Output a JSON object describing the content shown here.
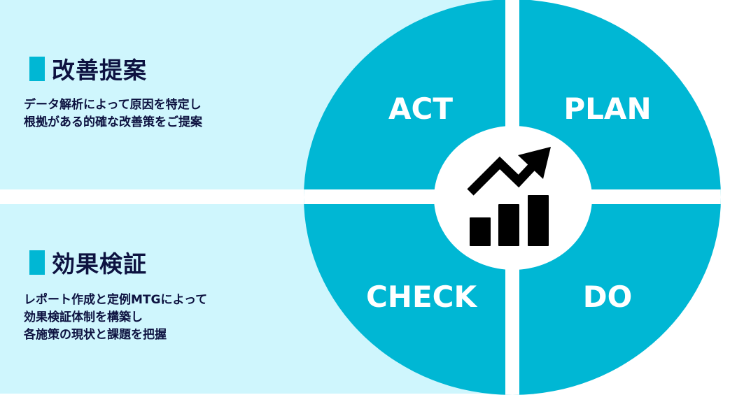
{
  "colors": {
    "panel_bg": "#cff6fd",
    "accent": "#00b7d4",
    "text": "#0d1240",
    "icon": "#000000"
  },
  "sections": [
    {
      "title": "改善提案",
      "description": "データ解析によって原因を特定し\n根拠がある的確な改善策をご提案"
    },
    {
      "title": "効果検証",
      "description": "レポート作成と定例MTGによって\n効果検証体制を構築し\n各施策の現状と課題を把握"
    }
  ],
  "cycle": {
    "quadrants": {
      "top_left": "ACT",
      "top_right": "PLAN",
      "bottom_left": "CHECK",
      "bottom_right": "DO"
    },
    "center_icon": "growth-chart-icon"
  }
}
